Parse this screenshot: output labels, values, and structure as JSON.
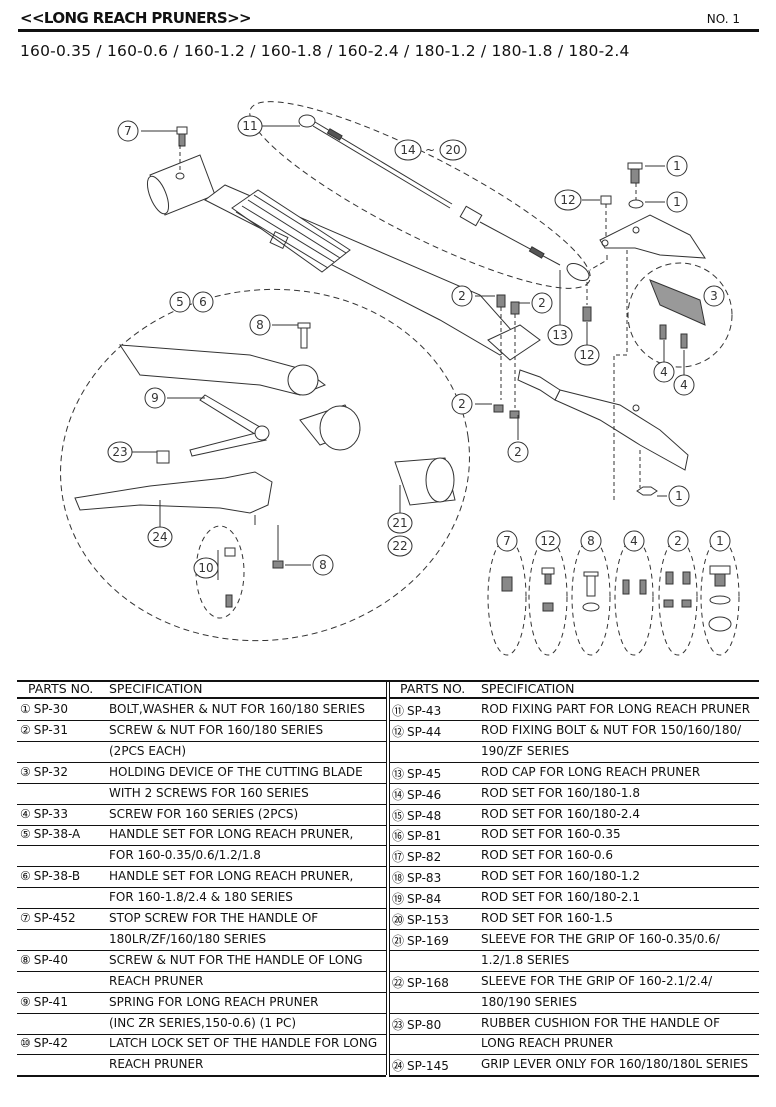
{
  "header": {
    "title": "<<LONG REACH PRUNERS>>",
    "page_number": "NO. 1",
    "models": "160-0.35 / 160-0.6 / 160-1.2 / 160-1.8 / 160-2.4 / 180-1.2 / 180-1.8 / 180-2.4"
  },
  "diagram": {
    "callouts": [
      "1",
      "2",
      "3",
      "4",
      "5",
      "6",
      "7",
      "8",
      "9",
      "10",
      "11",
      "12",
      "13",
      "14",
      "20",
      "21",
      "22",
      "23",
      "24"
    ],
    "range_separator": "~",
    "hardware_groups": [
      "7",
      "12",
      "8",
      "4",
      "2",
      "1"
    ]
  },
  "table": {
    "col_parts": "PARTS NO.",
    "col_spec": "SPECIFICATION",
    "left": [
      {
        "mark": "①",
        "no": "SP-30",
        "spec": "BOLT,WASHER & NUT FOR 160/180 SERIES"
      },
      {
        "mark": "②",
        "no": "SP-31",
        "spec": "SCREW & NUT FOR 160/180 SERIES"
      },
      {
        "mark": "",
        "no": "",
        "spec": "(2PCS EACH)"
      },
      {
        "mark": "③",
        "no": "SP-32",
        "spec": "HOLDING DEVICE OF THE CUTTING BLADE"
      },
      {
        "mark": "",
        "no": "",
        "spec": "WITH 2 SCREWS FOR 160 SERIES"
      },
      {
        "mark": "④",
        "no": "SP-33",
        "spec": "SCREW FOR 160 SERIES (2PCS)"
      },
      {
        "mark": "⑤",
        "no": "SP-38-A",
        "spec": "HANDLE SET FOR LONG REACH PRUNER,"
      },
      {
        "mark": "",
        "no": "",
        "spec": "FOR 160-0.35/0.6/1.2/1.8"
      },
      {
        "mark": "⑥",
        "no": "SP-38-B",
        "spec": "HANDLE SET FOR LONG REACH PRUNER,"
      },
      {
        "mark": "",
        "no": "",
        "spec": "FOR 160-1.8/2.4 & 180 SERIES"
      },
      {
        "mark": "⑦",
        "no": "SP-452",
        "spec": "STOP SCREW FOR THE HANDLE OF"
      },
      {
        "mark": "",
        "no": "",
        "spec": "180LR/ZF/160/180  SERIES"
      },
      {
        "mark": "⑧",
        "no": "SP-40",
        "spec": "SCREW & NUT FOR THE HANDLE OF LONG"
      },
      {
        "mark": "",
        "no": "",
        "spec": "REACH PRUNER"
      },
      {
        "mark": "⑨",
        "no": "SP-41",
        "spec": "SPRING FOR LONG REACH PRUNER"
      },
      {
        "mark": "",
        "no": "",
        "spec": "(INC ZR SERIES,150-0.6) (1 PC)"
      },
      {
        "mark": "⑩",
        "no": "SP-42",
        "spec": "LATCH LOCK SET OF THE HANDLE FOR LONG"
      },
      {
        "mark": "",
        "no": "",
        "spec": "REACH PRUNER"
      }
    ],
    "right": [
      {
        "mark": "⑪",
        "no": "SP-43",
        "spec": "ROD FIXING PART FOR LONG REACH PRUNER"
      },
      {
        "mark": "⑫",
        "no": "SP-44",
        "spec": "ROD FIXING BOLT & NUT FOR 150/160/180/"
      },
      {
        "mark": "",
        "no": "",
        "spec": "190/ZF SERIES"
      },
      {
        "mark": "⑬",
        "no": "SP-45",
        "spec": "ROD CAP FOR LONG REACH PRUNER"
      },
      {
        "mark": "⑭",
        "no": "SP-46",
        "spec": "ROD SET FOR 160/180-1.8"
      },
      {
        "mark": "⑮",
        "no": "SP-48",
        "spec": "ROD SET FOR 160/180-2.4"
      },
      {
        "mark": "⑯",
        "no": "SP-81",
        "spec": "ROD SET FOR 160-0.35"
      },
      {
        "mark": "⑰",
        "no": "SP-82",
        "spec": "ROD SET FOR 160-0.6"
      },
      {
        "mark": "⑱",
        "no": "SP-83",
        "spec": "ROD SET FOR 160/180-1.2"
      },
      {
        "mark": "⑲",
        "no": "SP-84",
        "spec": "ROD SET FOR 160/180-2.1"
      },
      {
        "mark": "⑳",
        "no": "SP-153",
        "spec": "ROD SET FOR 160-1.5"
      },
      {
        "mark": "㉑",
        "no": "SP-169",
        "spec": "SLEEVE FOR THE GRIP OF 160-0.35/0.6/"
      },
      {
        "mark": "",
        "no": "",
        "spec": "1.2/1.8 SERIES"
      },
      {
        "mark": "㉒",
        "no": "SP-168",
        "spec": "SLEEVE FOR THE GRIP OF 160-2.1/2.4/"
      },
      {
        "mark": "",
        "no": "",
        "spec": "180/190 SERIES"
      },
      {
        "mark": "㉓",
        "no": "SP-80",
        "spec": "RUBBER CUSHION FOR THE HANDLE OF"
      },
      {
        "mark": "",
        "no": "",
        "spec": "LONG REACH PRUNER"
      },
      {
        "mark": "㉔",
        "no": "SP-145",
        "spec": "GRIP LEVER ONLY FOR 160/180/180L SERIES"
      }
    ]
  }
}
